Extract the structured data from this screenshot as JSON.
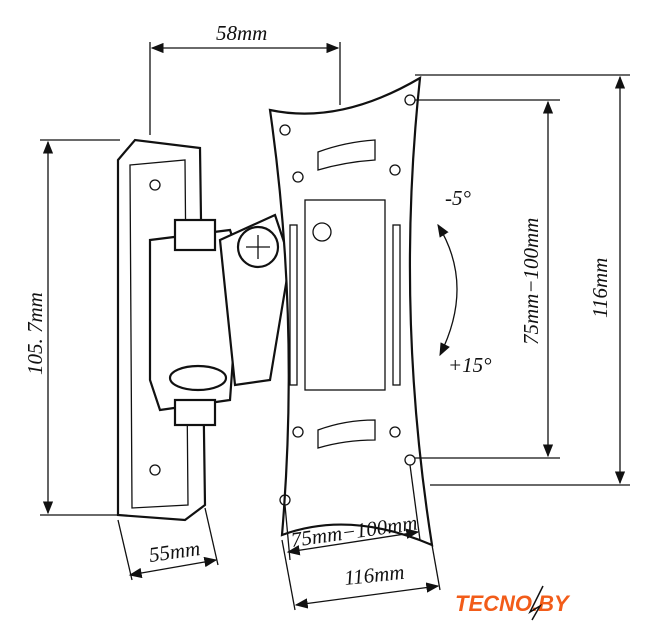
{
  "title": "Wall bracket dimensions",
  "dimensions": {
    "arm_depth": "58mm",
    "wall_plate_height": "105. 7mm",
    "wall_plate_width": "55mm",
    "vesa_vertical": "75mm−100mm",
    "vesa_horizontal": "75mm−100mm",
    "plate_height": "116mm",
    "plate_width": "116mm"
  },
  "tilt": {
    "up": "-5°",
    "down": "+15°"
  },
  "logo": {
    "text": "TECNO.BY",
    "color": "#f25c19"
  }
}
